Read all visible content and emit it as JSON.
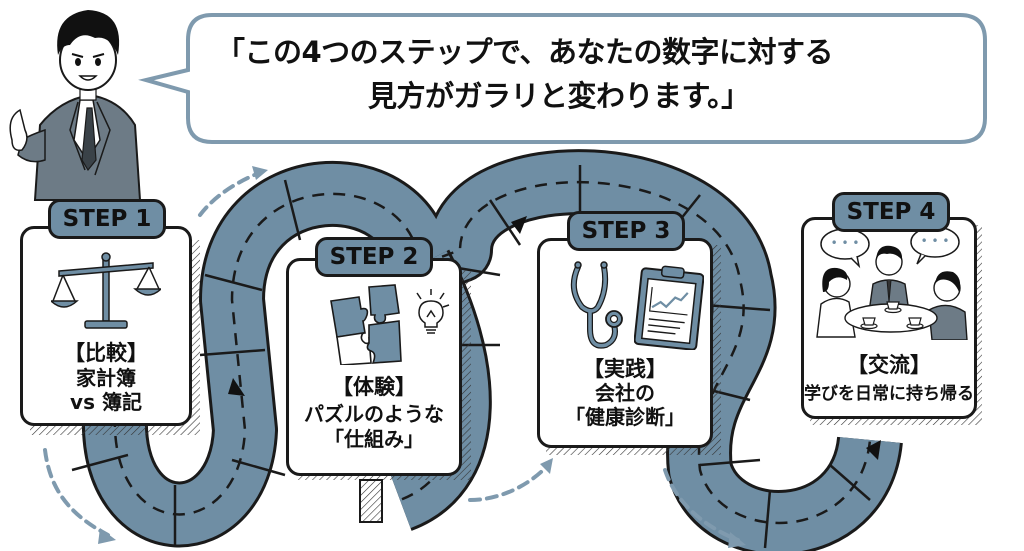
{
  "speech_bubble": {
    "line1": "「この4つのステップで、あなたの数字に対する",
    "line2": "見方がガラリと変わります。」"
  },
  "presenter": {
    "icon": "businessman-pointing-icon"
  },
  "colors": {
    "road_fill": "#6f8ea4",
    "tab_fill": "#6f8ea4",
    "outline": "#1a1a1a",
    "arrow": "#7f9aae",
    "bubble_border": "#7f9aae"
  },
  "steps": [
    {
      "tab": "STEP 1",
      "title": "【比較】",
      "lines": [
        "家計簿",
        "vs 簿記"
      ],
      "icon": "balance-scale-icon"
    },
    {
      "tab": "STEP 2",
      "title": "【体験】",
      "lines": [
        "パズルのような",
        "「仕組み」"
      ],
      "icon": "puzzle-lightbulb-icon"
    },
    {
      "tab": "STEP 3",
      "title": "【実践】",
      "lines": [
        "会社の",
        "「健康診断」"
      ],
      "icon": "stethoscope-clipboard-icon"
    },
    {
      "tab": "STEP 4",
      "title": "【交流】",
      "lines": [
        "学びを日常に持ち帰る"
      ],
      "icon": "group-discussion-icon"
    }
  ]
}
